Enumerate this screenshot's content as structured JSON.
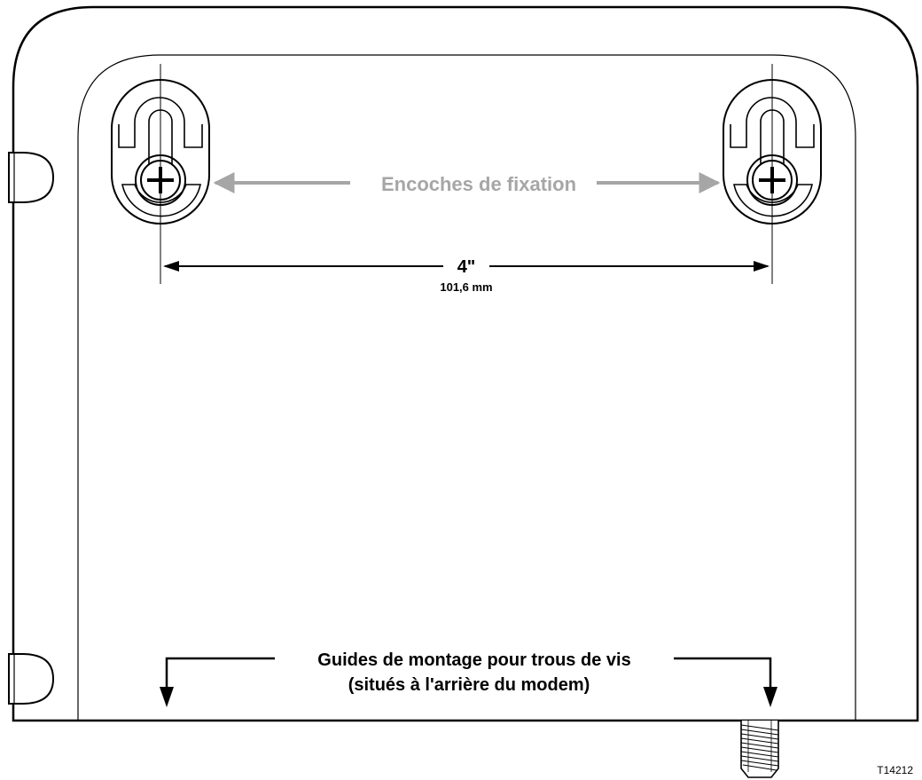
{
  "slots_label": "Encoches de fixation",
  "dimension_inches": "4\"",
  "dimension_mm": "101,6 mm",
  "guides_line1": "Guides de montage pour trous de vis",
  "guides_line2": "(situés à l'arrière du modem)",
  "figure_code": "T14212",
  "colors": {
    "line": "#000000",
    "slots_label": "#a6a6a6",
    "background": "#ffffff"
  }
}
